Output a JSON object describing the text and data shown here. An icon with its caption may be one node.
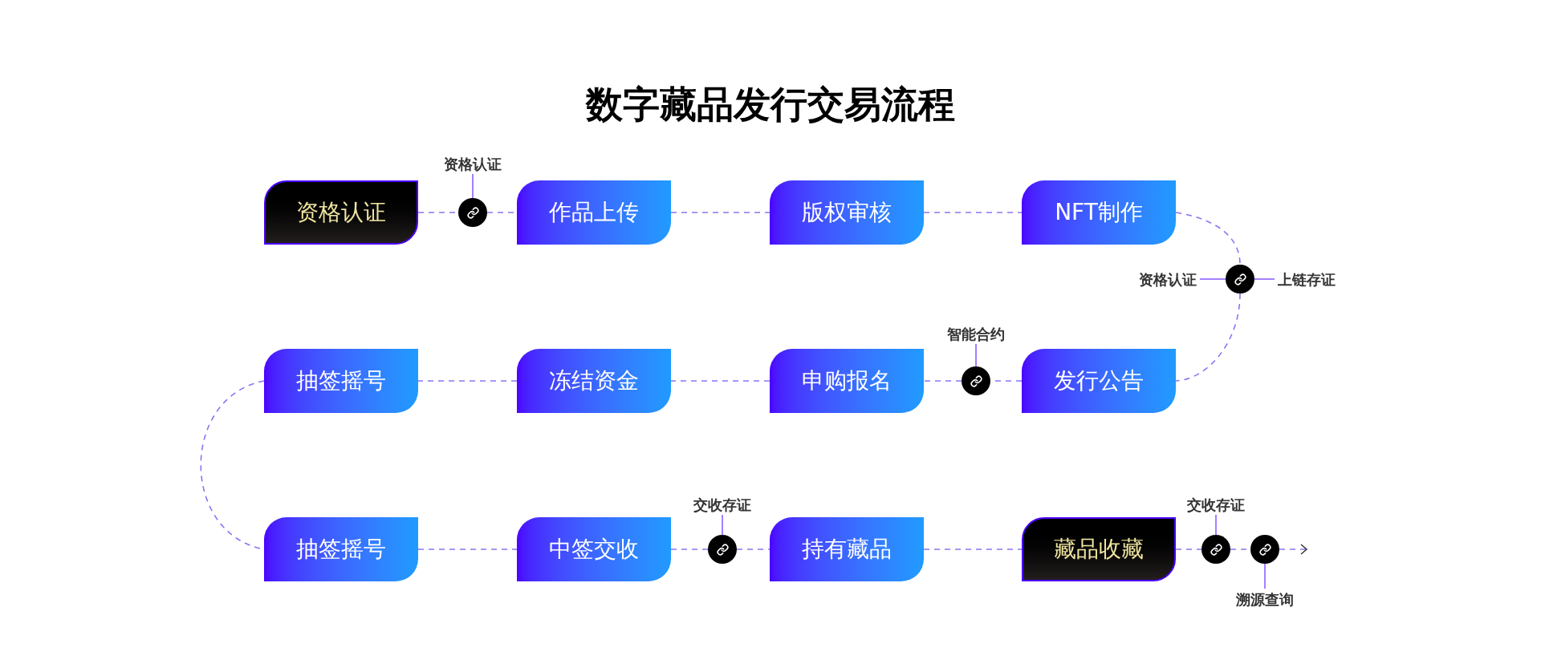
{
  "diagram": {
    "title": "数字藏品发行交易流程",
    "nodes": [
      {
        "text": [
          "资格认证"
        ]
      },
      {
        "text": [
          "资格认证"
        ]
      },
      {
        "text": [],
        "shape": "circle"
      },
      {
        "text": [
          "作品上传"
        ]
      },
      {
        "text": [
          "版权审核"
        ]
      },
      {
        "text": [
          "NFT制作"
        ]
      },
      {
        "text": [
          "资格认证"
        ]
      },
      {
        "text": [],
        "shape": "circle"
      },
      {
        "text": [
          "上链存证"
        ]
      },
      {
        "text": [
          "智能合约"
        ]
      },
      {
        "text": [
          "抽签摇号"
        ]
      },
      {
        "text": [
          "冻结资金"
        ]
      },
      {
        "text": [
          "申购报名"
        ]
      },
      {
        "text": [],
        "shape": "circle"
      },
      {
        "text": [
          "发行公告"
        ]
      },
      {
        "text": [
          "交收存证"
        ]
      },
      {
        "text": [
          "交收存证"
        ]
      },
      {
        "text": [
          "抽签摇号"
        ]
      },
      {
        "text": [
          "中签交收"
        ]
      },
      {
        "text": [],
        "shape": "circle"
      },
      {
        "text": [
          "持有藏品"
        ]
      },
      {
        "text": [
          "藏品收藏"
        ]
      },
      {
        "text": [],
        "shape": "circle"
      },
      {
        "text": [],
        "shape": "circle"
      },
      {
        "text": [
          "溯源查询"
        ]
      }
    ],
    "edges": [
      {
        "from": 0,
        "to": 2,
        "arrow": "none",
        "style": "dashed"
      },
      {
        "from": 2,
        "to": 3,
        "arrow": "none",
        "style": "dashed"
      },
      {
        "from": 3,
        "to": 4,
        "arrow": "none",
        "style": "dashed"
      },
      {
        "from": 4,
        "to": 5,
        "arrow": "none",
        "style": "dashed"
      },
      {
        "from": 5,
        "to": 7,
        "arrow": "none",
        "style": "dashed"
      },
      {
        "from": 7,
        "to": 14,
        "arrow": "none",
        "style": "dashed"
      },
      {
        "from": 14,
        "to": 13,
        "arrow": "none",
        "style": "dashed"
      },
      {
        "from": 13,
        "to": 12,
        "arrow": "none",
        "style": "dashed"
      },
      {
        "from": 12,
        "to": 11,
        "arrow": "none",
        "style": "dashed"
      },
      {
        "from": 11,
        "to": 10,
        "arrow": "none",
        "style": "dashed"
      },
      {
        "from": 10,
        "to": 17,
        "arrow": "none",
        "style": "dashed"
      },
      {
        "from": 17,
        "to": 18,
        "arrow": "none",
        "style": "dashed"
      },
      {
        "from": 18,
        "to": 19,
        "arrow": "none",
        "style": "dashed"
      },
      {
        "from": 19,
        "to": 20,
        "arrow": "none",
        "style": "dashed"
      },
      {
        "from": 20,
        "to": 21,
        "arrow": "none",
        "style": "dashed"
      },
      {
        "from": 21,
        "to": 22,
        "arrow": "none",
        "style": "dashed"
      },
      {
        "from": 22,
        "to": 23,
        "arrow": "none",
        "style": "dashed"
      },
      {
        "from": 23,
        "to": null,
        "arrow": "to",
        "style": "dashed"
      },
      {
        "from": 1,
        "to": 2,
        "arrow": "none",
        "color": "#4b00ff"
      },
      {
        "from": 6,
        "to": 7,
        "arrow": "none",
        "color": "#4b00ff"
      },
      {
        "from": 8,
        "to": 7,
        "arrow": "none",
        "color": "#4b00ff"
      },
      {
        "from": 9,
        "to": 13,
        "arrow": "none",
        "color": "#4b00ff"
      },
      {
        "from": 15,
        "to": 19,
        "arrow": "none",
        "color": "#4b00ff"
      },
      {
        "from": 16,
        "to": 22,
        "arrow": "none",
        "color": "#4b00ff"
      },
      {
        "from": 24,
        "to": 23,
        "arrow": "none",
        "color": "#4b00ff"
      }
    ]
  }
}
